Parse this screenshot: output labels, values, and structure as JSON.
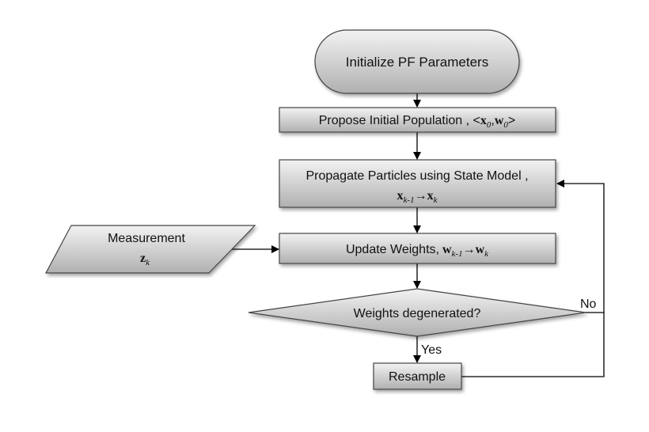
{
  "nodes": {
    "start": {
      "label": "Initialize PF Parameters"
    },
    "propose": {
      "label": "Propose Initial Population , <",
      "x": "x",
      "x_sub": "0",
      "sep": ",",
      "w": "w",
      "w_sub": "0",
      "close": ">"
    },
    "propagate": {
      "label": "Propagate Particles using State Model ,",
      "x_from": "x",
      "x_from_sub": "k-1",
      "arrow": "→",
      "x_to": "x",
      "x_to_sub": "k"
    },
    "update": {
      "label": "Update Weights,",
      "w_from": "w",
      "w_from_sub": "k-1",
      "arrow": "→",
      "w_to": "w",
      "w_to_sub": "k"
    },
    "decision": {
      "label": "Weights degenerated?"
    },
    "resample": {
      "label": "Resample"
    },
    "measurement": {
      "label": "Measurement",
      "z": "z",
      "z_sub": "k"
    }
  },
  "edges": {
    "yes_label": "Yes",
    "no_label": "No"
  },
  "colors": {
    "fill_top": "#f2f2f2",
    "fill_bottom": "#b3b3b3",
    "stroke": "#444444",
    "line": "#000000"
  }
}
